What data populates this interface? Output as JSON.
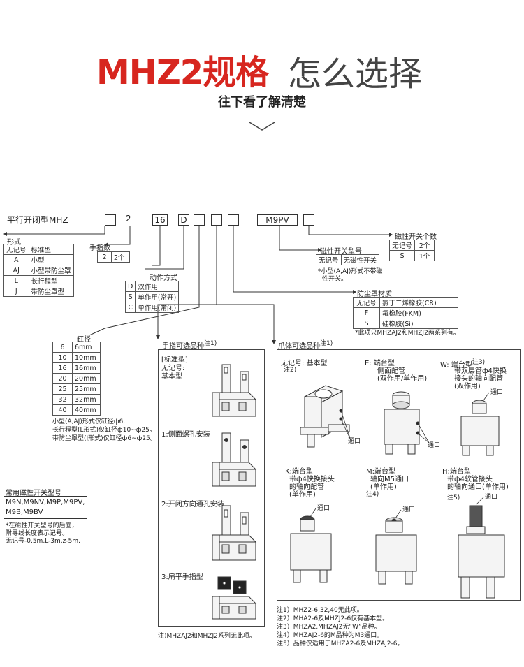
{
  "header": {
    "title_red": "MHZ2规格",
    "title_gray": "怎么选择",
    "subtitle": "往下看了解清楚"
  },
  "model": {
    "prefix": "平行开闭型MHZ",
    "two": "2",
    "dash1": "-",
    "bore": "16",
    "action": "D",
    "dash2": "-",
    "switch": "M9PV"
  },
  "form": {
    "title": "形式",
    "rows": [
      [
        "无记号",
        "标准型"
      ],
      [
        "A",
        "小型"
      ],
      [
        "AJ",
        "小型带防尘罩"
      ],
      [
        "L",
        "长行程型"
      ],
      [
        "J",
        "带防尘罩型"
      ]
    ]
  },
  "fingers": {
    "title": "手指数",
    "rows": [
      [
        "2",
        "2个"
      ]
    ]
  },
  "action": {
    "title": "动作方式",
    "rows": [
      [
        "D",
        "双作用"
      ],
      [
        "S",
        "单作用(常开)"
      ],
      [
        "C",
        "单作用(常闭)"
      ]
    ]
  },
  "bore_table": {
    "title": "缸径",
    "rows": [
      [
        "6",
        "6mm"
      ],
      [
        "10",
        "10mm"
      ],
      [
        "16",
        "16mm"
      ],
      [
        "20",
        "20mm"
      ],
      [
        "25",
        "25mm"
      ],
      [
        "32",
        "32mm"
      ],
      [
        "40",
        "40mm"
      ]
    ],
    "note1": "小型(A,AJ)形式仅缸径ф6,",
    "note2": "长行程型(L形式)仅缸径ф10~ф25。",
    "note3": "带防尘罩型(J形式)仅缸径ф6~ф25。"
  },
  "switch_count": {
    "title": "磁性开关个数",
    "rows": [
      [
        "无记号",
        "2个"
      ],
      [
        "S",
        "1个"
      ]
    ]
  },
  "switch_type": {
    "title": "磁性开关型号",
    "rows": [
      [
        "无记号",
        "无磁性开关"
      ]
    ],
    "note1": "*小型(A,AJ)形式不带磁",
    "note2": "性开关。"
  },
  "cover": {
    "title": "防尘罩材质",
    "rows": [
      [
        "无记号",
        "氯丁二烯橡胶(CR)"
      ],
      [
        "F",
        "氟橡胶(FKM)"
      ],
      [
        "S",
        "硅橡胶(Si)"
      ]
    ],
    "note": "*此项只MHZAJ2和MHZJ2两系列有。"
  },
  "common": {
    "title": "常用磁性开关型号",
    "line1": "M9N,M9NV,M9P,M9PV,",
    "line2": "M9B,M9BV",
    "note1": "*在磁性开关型号的后面，",
    "note2": "附导线长度表示记号。",
    "note3": "无记号-0.5m,L-3m,z-5m."
  },
  "finger_options": {
    "title": "手指可选品种",
    "sup": "注1)",
    "std1": "[标准型]",
    "std2": "无记号:",
    "std3": "基本型",
    "opt1": "1:侧面螺孔安装",
    "opt2": "2:开闭方向通孔安装",
    "opt3": "3:扁平手指型",
    "footnote": "注)MHZAJ2和MHZJ2系列无此项。"
  },
  "body_options": {
    "title": "爪体可选品种",
    "sup": "注1)",
    "basic": "无记号: 基本型",
    "basic_note": "注2)",
    "port": "通口",
    "e1": "E: 端台型",
    "e2": "侧面配管",
    "e3": "(双作用/单作用)",
    "w1": "W: 端台型",
    "w_note": "注3)",
    "w2": "带双层管ф4快换",
    "w3": "接头的轴向配管",
    "w4": "(双作用)",
    "k1": "K:端台型",
    "k2": "带ф4快换接头",
    "k3": "的轴向配管",
    "k4": "(单作用)",
    "m1": "M:端台型",
    "m2": "轴向M5通口",
    "m3": "(单作用)",
    "m_note": "注4)",
    "h1": "H:端台型",
    "h2": "带ф4软管接头",
    "h3": "的轴向通口(单作用)",
    "h_note": "注5)",
    "notes": [
      "注1）MHZ2-6,32,40无此项。",
      "注2）MHA2-6及MHZJ2-6仅有基本型。",
      "注3）MHZA2,MHZAJ2无“W”品种。",
      "注4）MHZAJ2-6的M品种为M3通口。",
      "注5）品种仅适用于MHZA2-6及MHZAJ2-6。"
    ]
  }
}
